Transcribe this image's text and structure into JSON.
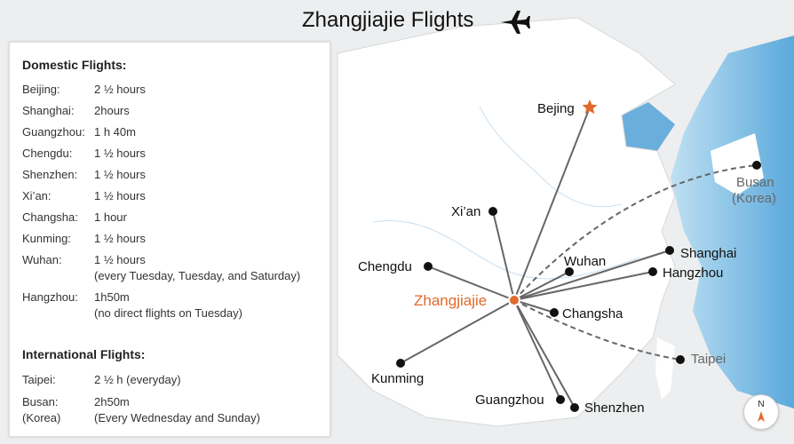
{
  "title": "Zhangjiajie Flights",
  "domestic": {
    "heading": "Domestic Flights:",
    "rows": [
      {
        "city": "Beijing:",
        "time": "2 ½ hours"
      },
      {
        "city": "Shanghai:",
        "time": "2hours"
      },
      {
        "city": "Guangzhou:",
        "time": "1 h 40m"
      },
      {
        "city": "Chengdu:",
        "time": "1 ½ hours"
      },
      {
        "city": "Shenzhen:",
        "time": "1 ½ hours"
      },
      {
        "city": "Xi’an:",
        "time": "1 ½ hours"
      },
      {
        "city": "Changsha:",
        "time": "1 hour"
      },
      {
        "city": "Kunming:",
        "time": "1 ½ hours"
      },
      {
        "city": "Wuhan:",
        "time": "1 ½ hours",
        "note": "(every Tuesday, Tuesday, and Saturday)"
      },
      {
        "city": "Hangzhou:",
        "time": "1h50m",
        "note": "(no direct flights on Tuesday)"
      }
    ]
  },
  "international": {
    "heading": "International Flights:",
    "rows": [
      {
        "city": "Taipei:",
        "time": "2 ½ h  (everyday)"
      },
      {
        "city": "Busan:",
        "city2": "(Korea)",
        "time": "2h50m",
        "note": "(Every Wednesday and Sunday)"
      }
    ]
  },
  "map": {
    "hub": "Zhangjiajie",
    "cities": {
      "beijing": "Bejing",
      "xian": "Xi’an",
      "chengdu": "Chengdu",
      "wuhan": "Wuhan",
      "changsha": "Changsha",
      "kunming": "Kunming",
      "guangzhou": "Guangzhou",
      "shenzhen": "Shenzhen",
      "shanghai": "Shanghai",
      "hangzhou": "Hangzhou",
      "taipei": "Taipei",
      "busan": "Busan",
      "busan_country": "(Korea)"
    },
    "compass": "N",
    "colors": {
      "hub": "#e06a2b",
      "sea": "#5aa9dc",
      "route": "#666666",
      "label_intl": "#666666"
    }
  }
}
